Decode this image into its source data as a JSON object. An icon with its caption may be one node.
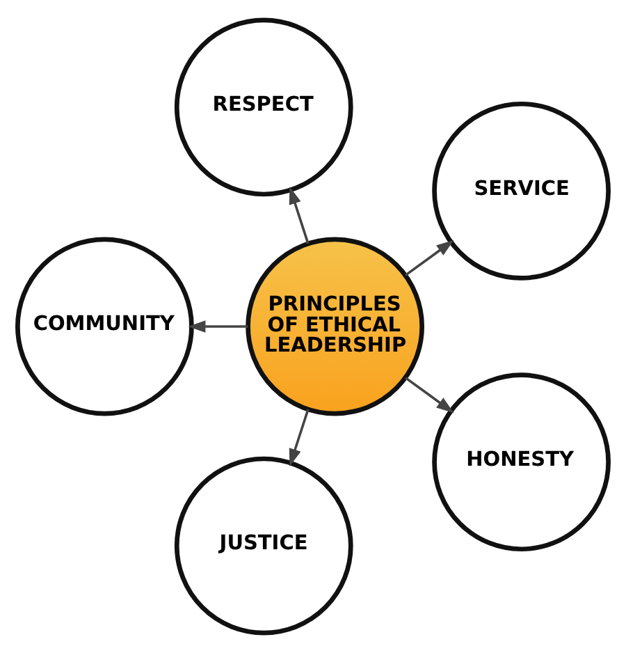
{
  "diagram": {
    "nodes": [
      {
        "text": [
          "RESPECT"
        ]
      },
      {
        "text": [
          "COMMUNITY"
        ]
      },
      {
        "text": [
          "PRINCIPLES OF ETHICAL LEADERSHIP"
        ]
      },
      {
        "text": [
          "SERVICE"
        ]
      },
      {
        "text": [
          "JUSTICE"
        ]
      },
      {
        "text": [
          "HONESTY"
        ]
      }
    ],
    "edges": [
      {
        "from": 2,
        "to": 0,
        "arrow": "to"
      },
      {
        "from": 2,
        "to": 3,
        "arrow": "to"
      },
      {
        "from": 2,
        "to": 5,
        "arrow": "to"
      },
      {
        "from": 2,
        "to": 4,
        "arrow": "to"
      },
      {
        "from": 2,
        "to": 1,
        "arrow": "to"
      }
    ]
  }
}
